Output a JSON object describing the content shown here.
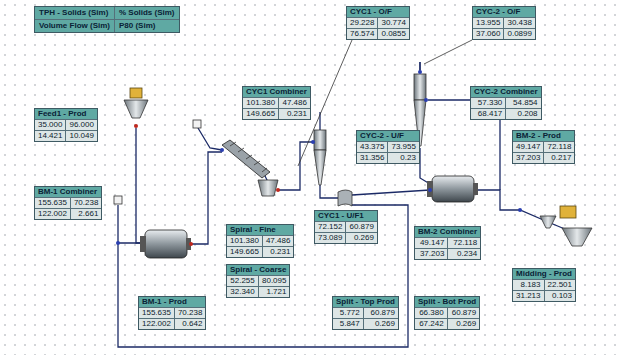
{
  "diagram": {
    "nodes": [
      {
        "text": [
          "TPH - Solids (Sim)",
          "% Solids (Sim)",
          "Volume Flow (Sim)",
          "P80 (Sim)"
        ]
      },
      {
        "text": [
          "CYC1 - O/F",
          "29.228",
          "30.774",
          "76.574",
          "0.0855"
        ]
      },
      {
        "text": [
          "CYC-2 - O/F",
          "13.955",
          "30.438",
          "37.060",
          "0.0899"
        ]
      },
      {
        "text": [
          "Feed1 - Prod",
          "35.000",
          "96.000",
          "14.421",
          "10.049"
        ]
      },
      {
        "text": [
          "CYC1 Combiner",
          "101.380",
          "47.486",
          "149.665",
          "0.231"
        ]
      },
      {
        "text": [
          "CYC-2 Combiner",
          "57.330",
          "54.854",
          "68.417",
          "0.208"
        ]
      },
      {
        "text": [
          "CYC-2 - U/F",
          "43.375",
          "73.955",
          "31.356",
          "0.23"
        ]
      },
      {
        "text": [
          "BM-2 - Prod",
          "49.147",
          "72.118",
          "37.203",
          "0.217"
        ]
      },
      {
        "text": [
          "BM-1 Combiner",
          "155.635",
          "70.238",
          "122.002",
          "2.661"
        ]
      },
      {
        "text": [
          "CYC1 - U/F1",
          "72.152",
          "60.879",
          "73.089",
          "0.269"
        ]
      },
      {
        "text": [
          "Spiral - Fine",
          "101.380",
          "47.486",
          "149.665",
          "0.231"
        ]
      },
      {
        "text": [
          "BM-2 Combiner",
          "49.147",
          "72.118",
          "37.203",
          "0.234"
        ]
      },
      {
        "text": [
          "Spiral - Coarse",
          "52.255",
          "80.095",
          "32.340",
          "1.721"
        ]
      },
      {
        "text": [
          "Midding - Prod",
          "8.183",
          "22.501",
          "31.213",
          "0.103"
        ]
      },
      {
        "text": [
          "BM-1 - Prod",
          "155.635",
          "70.238",
          "122.002",
          "0.642"
        ]
      },
      {
        "text": [
          "Split - Top Prod",
          "5.772",
          "60.879",
          "5.847",
          "0.269"
        ]
      },
      {
        "text": [
          "Split - Bot Prod",
          "66.380",
          "60.879",
          "67.242",
          "0.269"
        ]
      }
    ]
  }
}
